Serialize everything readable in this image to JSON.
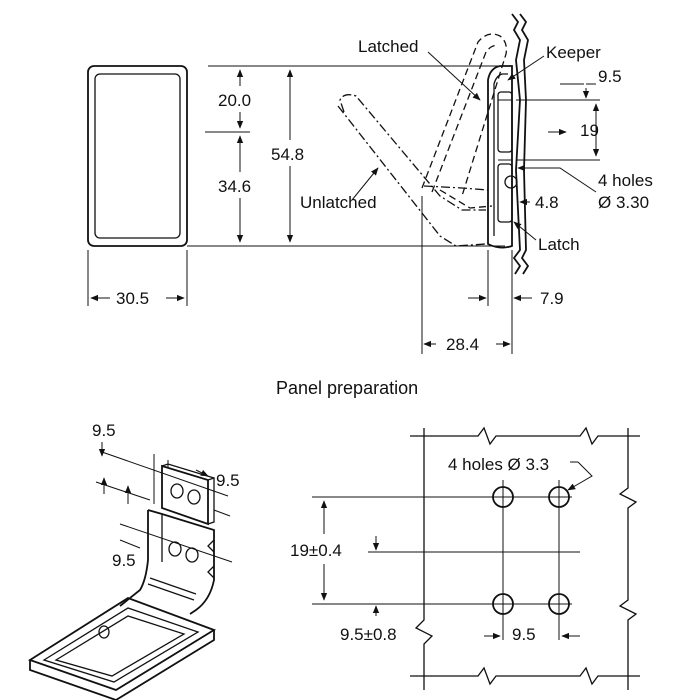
{
  "title": "Panel preparation",
  "labels": {
    "latched": "Latched",
    "keeper": "Keeper",
    "unlatched": "Unlatched",
    "latch": "Latch",
    "four_holes": "4 holes",
    "hole_dia": "Ø 3.30",
    "four_holes_cutout": "4 holes Ø 3.3"
  },
  "dimensions": {
    "d_20": "20.0",
    "d_34_6": "34.6",
    "d_54_8": "54.8",
    "d_30_5": "30.5",
    "d_9_5_top": "9.5",
    "d_19": "19",
    "d_4_8": "4.8",
    "d_7_9": "7.9",
    "d_28_4": "28.4",
    "iso_9_5_a": "9.5",
    "iso_9_5_b": "9.5",
    "iso_9_5_c": "9.5",
    "cut_19": "19±0.4",
    "cut_9_5_tol": "9.5±0.8",
    "cut_9_5": "9.5"
  }
}
